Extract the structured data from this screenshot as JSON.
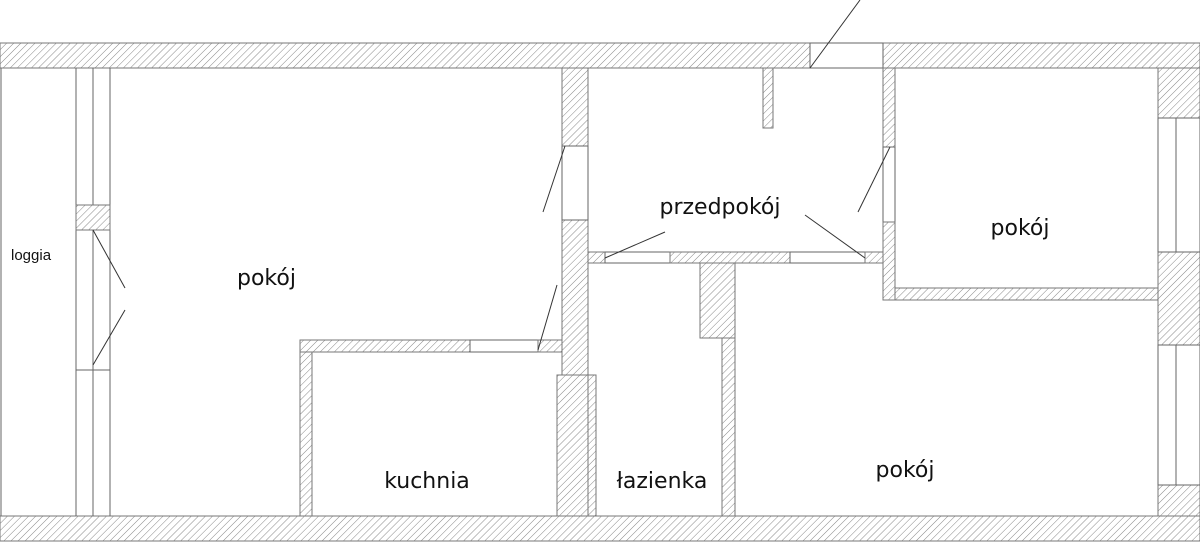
{
  "plan": {
    "rooms": {
      "loggia": "loggia",
      "living_room": "pokój",
      "kitchen": "kuchnia",
      "bathroom": "łazienka",
      "hallway": "przedpokój",
      "room_upper_right": "pokój",
      "room_lower_right": "pokój"
    },
    "colors": {
      "wall_line": "#777777",
      "background": "#ffffff"
    }
  }
}
